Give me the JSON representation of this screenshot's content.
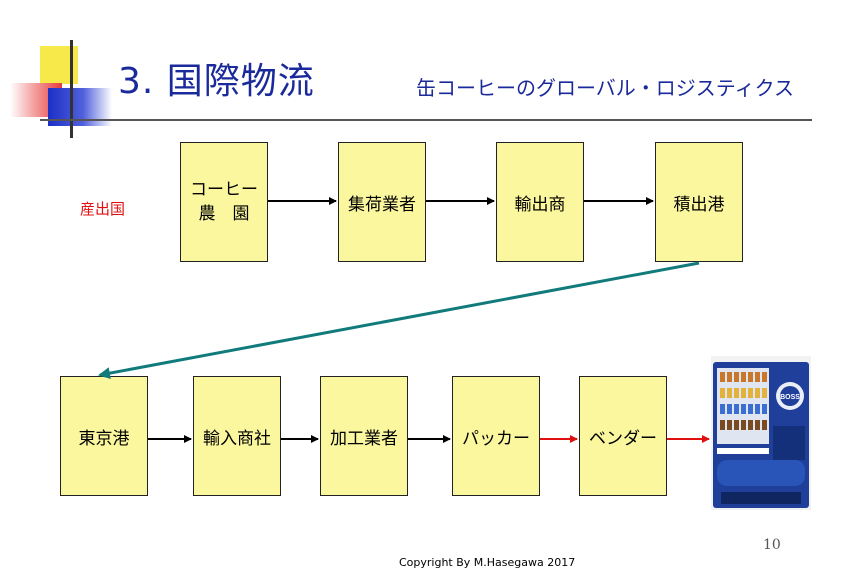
{
  "slide": {
    "title": "3. 国際物流",
    "subtitle": "缶コーヒーのグローバル・ロジスティクス",
    "producing_country_label": "産出国",
    "page_number": "10",
    "copyright": "Copyright By M.Hasegawa 2017"
  },
  "row1": [
    {
      "lines": [
        "コーヒー",
        "農　園"
      ]
    },
    {
      "label": "集荷業者"
    },
    {
      "label": "輸出商"
    },
    {
      "label": "積出港"
    }
  ],
  "row2": [
    {
      "label": "東京港"
    },
    {
      "label": "輸入商社"
    },
    {
      "label": "加工業者"
    },
    {
      "label": "パッカー"
    },
    {
      "label": "ベンダー"
    }
  ],
  "vending_machine": {
    "brand": "BOSS"
  },
  "colors": {
    "title": "#1a2a9a",
    "box_fill": "#fbf79e",
    "arrow_black": "#000000",
    "arrow_red": "#e01010",
    "arrow_teal": "#117b7b",
    "country_label": "#e01010"
  }
}
